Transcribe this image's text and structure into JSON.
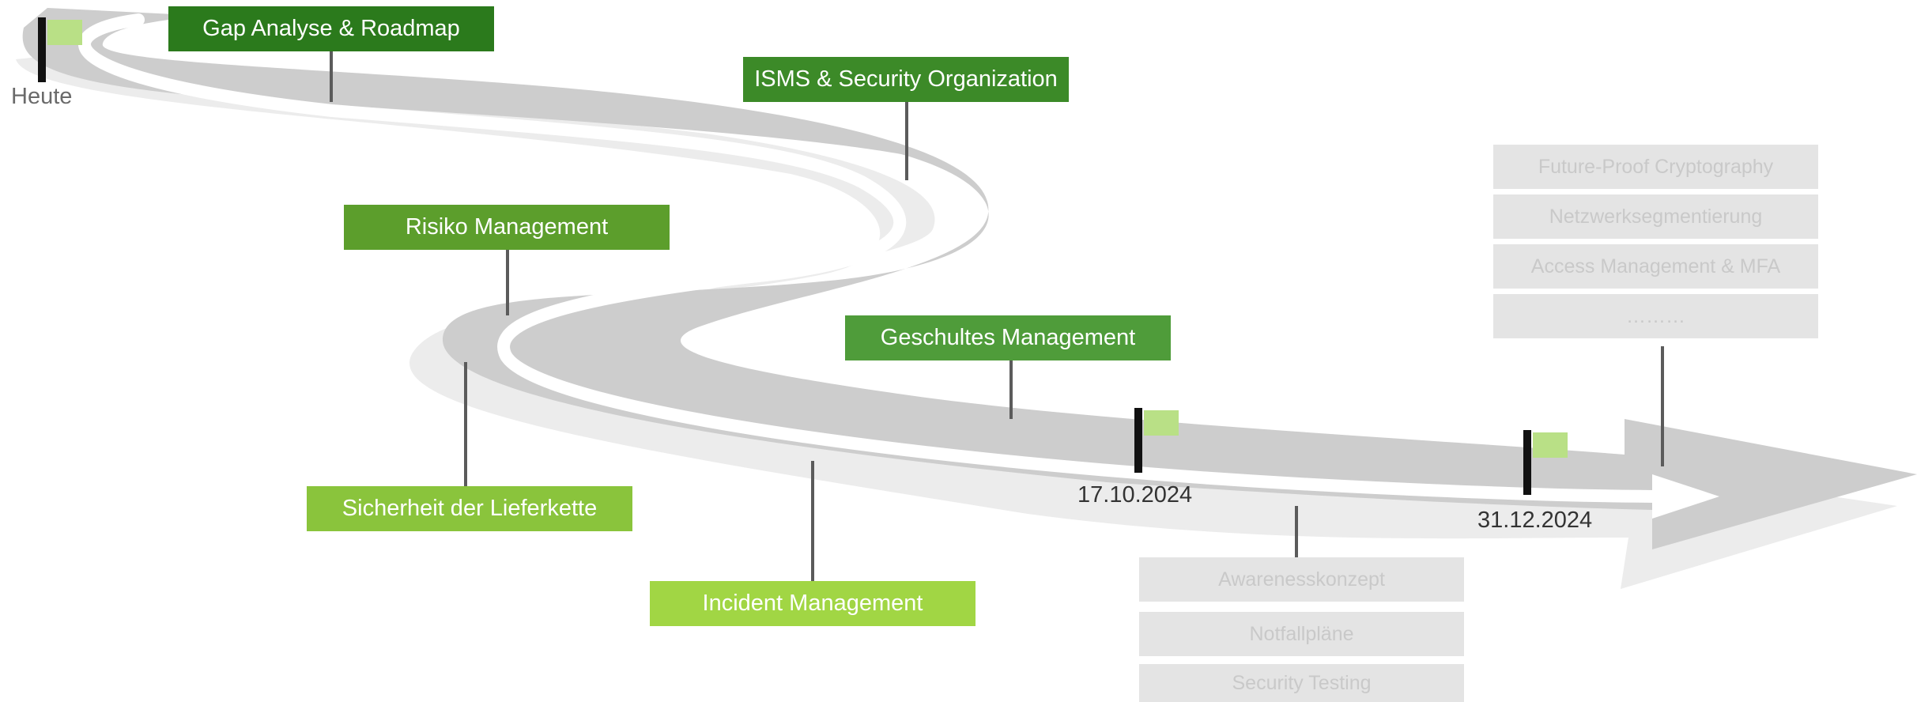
{
  "colors": {
    "road": "#cdcdcd",
    "road_shadow": "#ececec",
    "road_line": "#ffffff",
    "connector": "#5b5b5b",
    "flag": "#b9e086",
    "pole": "#111111",
    "future_box": "#e4e4e4",
    "future_text": "#c9c9c9"
  },
  "today_label": "Heute",
  "dates": [
    "17.10.2024",
    "31.12.2024"
  ],
  "milestones": [
    {
      "label": "Gap Analyse & Roadmap",
      "color": "#2b7a1c"
    },
    {
      "label": "ISMS & Security Organization",
      "color": "#3c8a28"
    },
    {
      "label": "Risiko Management",
      "color": "#5c9e2c"
    },
    {
      "label": "Geschultes Management",
      "color": "#4f9c3a"
    },
    {
      "label": "Sicherheit der Lieferkette",
      "color": "#8ac43c"
    },
    {
      "label": "Incident Management",
      "color": "#a1d644"
    }
  ],
  "future_items_top": [
    "Future-Proof Cryptography",
    "Netzwerksegmentierung",
    "Access Management & MFA",
    "………"
  ],
  "future_items_bottom": [
    "Awarenesskonzept",
    "Notfallpläne",
    "Security Testing"
  ]
}
